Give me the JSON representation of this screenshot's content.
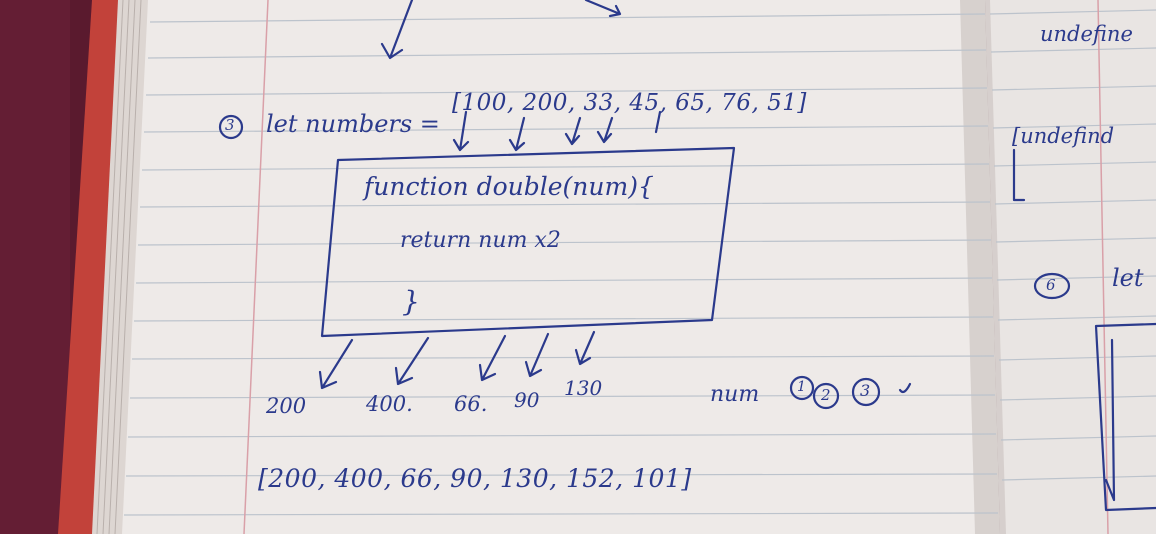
{
  "notebook_left": {
    "step_label": "3",
    "declaration": "let numbers =",
    "array_values": "[100, 200, 33, 45, 65, 76, 51]",
    "function_signature": "function double(num){",
    "function_body": "return num x2",
    "function_close": "}",
    "results": [
      "200",
      "400.",
      "66.",
      "90",
      "130"
    ],
    "num_label": "num",
    "num_markers": [
      "1",
      "2",
      "3"
    ],
    "final_array": "[200, 400, 66, 90, 130, 152, 101]"
  },
  "notebook_right": {
    "top_text": "undefine",
    "mid_text": "[undefind",
    "step_label": "6",
    "bottom_text": "let"
  },
  "colors": {
    "ink": "#2b3a8c",
    "paper": "#eeeae8",
    "margin_line": "#d9a0a8",
    "background_cloth": "#5a1a2e"
  }
}
